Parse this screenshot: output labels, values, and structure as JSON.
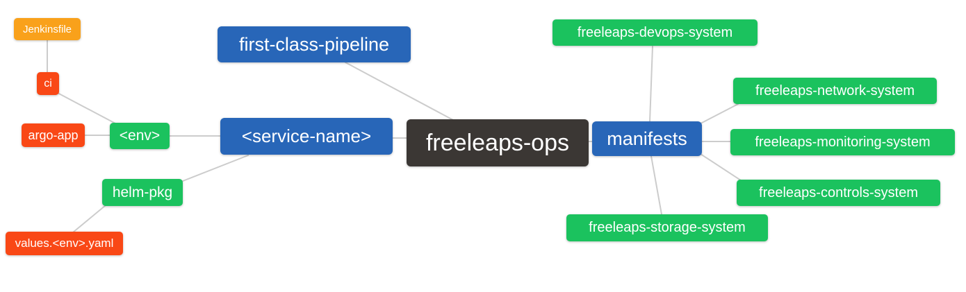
{
  "diagram": {
    "type": "mindmap",
    "root_label": "freeleaps-ops"
  },
  "palette": {
    "blue": "#2866b8",
    "green": "#1bc25e",
    "red": "#f94816",
    "amber": "#f9a11b",
    "dark": "#3b3734",
    "edge": "#cccccc",
    "text": "#ffffff",
    "background": "#ffffff"
  },
  "nodes": {
    "root": {
      "label": "freeleaps-ops",
      "color": "dark"
    },
    "first_pipeline": {
      "label": "first-class-pipeline",
      "color": "blue"
    },
    "service_name": {
      "label": "<service-name>",
      "color": "blue"
    },
    "env": {
      "label": "<env>",
      "color": "green"
    },
    "ci": {
      "label": "ci",
      "color": "red"
    },
    "jenkinsfile": {
      "label": "Jenkinsfile",
      "color": "amber"
    },
    "argo_app": {
      "label": "argo-app",
      "color": "red"
    },
    "helm_pkg": {
      "label": "helm-pkg",
      "color": "green"
    },
    "values_env_yaml": {
      "label": "values.<env>.yaml",
      "color": "red"
    },
    "manifests": {
      "label": "manifests",
      "color": "blue"
    },
    "devops_system": {
      "label": "freeleaps-devops-system",
      "color": "green"
    },
    "network_system": {
      "label": "freeleaps-network-system",
      "color": "green"
    },
    "monitoring_system": {
      "label": "freeleaps-monitoring-system",
      "color": "green"
    },
    "controls_system": {
      "label": "freeleaps-controls-system",
      "color": "green"
    },
    "storage_system": {
      "label": "freeleaps-storage-system",
      "color": "green"
    }
  },
  "edges": [
    {
      "from": "jenkinsfile",
      "to": "ci"
    },
    {
      "from": "ci",
      "to": "env"
    },
    {
      "from": "argo_app",
      "to": "env"
    },
    {
      "from": "env",
      "to": "service_name"
    },
    {
      "from": "helm_pkg",
      "to": "service_name"
    },
    {
      "from": "helm_pkg",
      "to": "values_env_yaml"
    },
    {
      "from": "first_pipeline",
      "to": "root"
    },
    {
      "from": "service_name",
      "to": "root"
    },
    {
      "from": "root",
      "to": "manifests"
    },
    {
      "from": "manifests",
      "to": "devops_system"
    },
    {
      "from": "manifests",
      "to": "network_system"
    },
    {
      "from": "manifests",
      "to": "monitoring_system"
    },
    {
      "from": "manifests",
      "to": "controls_system"
    },
    {
      "from": "manifests",
      "to": "storage_system"
    }
  ]
}
